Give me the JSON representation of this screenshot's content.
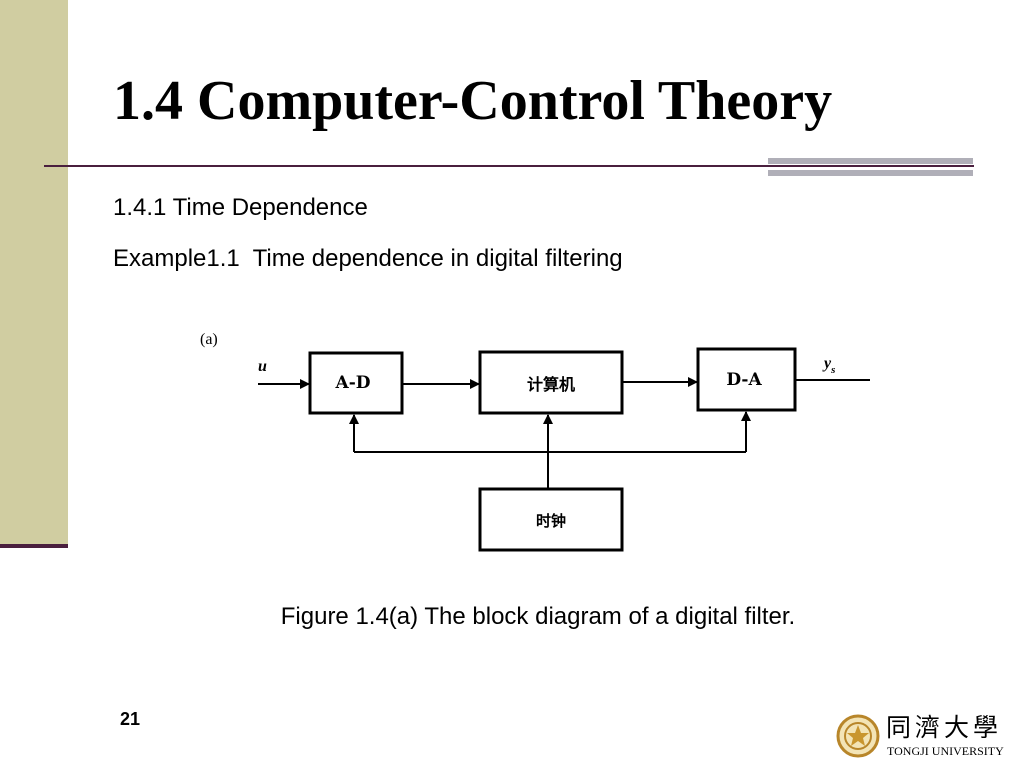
{
  "slide": {
    "title": "1.4 Computer-Control Theory",
    "subtitle": "1.4.1 Time Dependence",
    "example": "Example1.1  Time dependence in digital filtering",
    "caption": "Figure 1.4(a) The block diagram of a digital filter.",
    "page_number": "21"
  },
  "diagram": {
    "panel_label": "(a)",
    "input_label": "u",
    "output_label": "y",
    "output_subscript": "s",
    "blocks": {
      "ad": "A-D",
      "computer": "计算机",
      "da": "D-A",
      "clock": "时钟"
    }
  },
  "logo": {
    "name_cn": "同濟大學",
    "name_en": "TONGJI UNIVERSITY"
  },
  "colors": {
    "side_bar": "#d0cda1",
    "accent_rule": "#4a1f3e",
    "gray_rule": "#b0afb8"
  }
}
